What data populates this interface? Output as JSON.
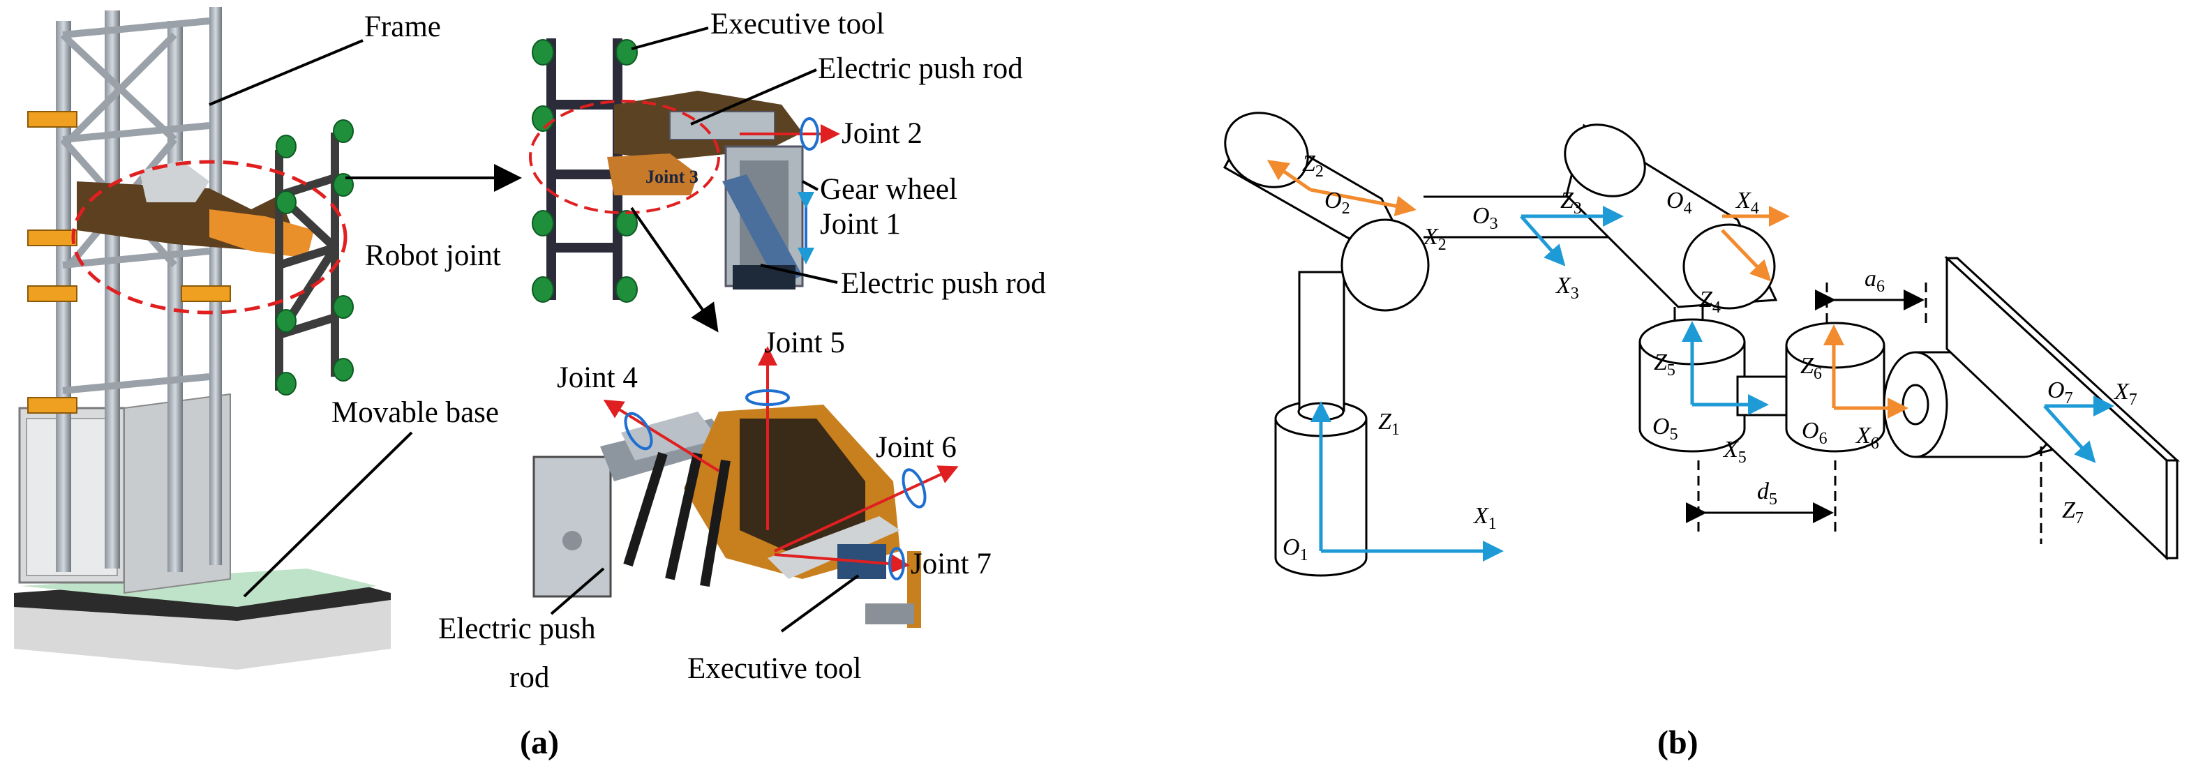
{
  "panel_a": {
    "labels": {
      "frame": "Frame",
      "executive_tool_top": "Executive tool",
      "electric_push_rod_top": "Electric push rod",
      "joint_2": "Joint 2",
      "joint_3": "Joint 3",
      "gear_wheel": "Gear wheel",
      "joint_1": "Joint 1",
      "robot_joint": "Robot joint",
      "electric_push_rod_mid": "Electric push rod",
      "joint_5": "Joint 5",
      "joint_4": "Joint 4",
      "movable_base": "Movable base",
      "joint_6": "Joint 6",
      "joint_7": "Joint 7",
      "electric_push_rod_bottom_1": "Electric push",
      "electric_push_rod_bottom_2": "rod",
      "executive_tool_bottom": "Executive tool"
    },
    "caption": "(a)"
  },
  "panel_b": {
    "frames": {
      "o1": "O",
      "o1_sub": "1",
      "z1": "Z",
      "z1_sub": "1",
      "x1": "X",
      "x1_sub": "1",
      "z2": "Z",
      "z2_sub": "2",
      "o2": "O",
      "o2_sub": "2",
      "x2": "X",
      "x2_sub": "2",
      "o3": "O",
      "o3_sub": "3",
      "z3": "Z",
      "z3_sub": "3",
      "x3": "X",
      "x3_sub": "3",
      "o4": "O",
      "o4_sub": "4",
      "x4": "X",
      "x4_sub": "4",
      "z4": "Z",
      "z4_sub": "4",
      "z5": "Z",
      "z5_sub": "5",
      "o5": "O",
      "o5_sub": "5",
      "x5": "X",
      "x5_sub": "5",
      "z6": "Z",
      "z6_sub": "6",
      "o6": "O",
      "o6_sub": "6",
      "x6": "X",
      "x6_sub": "6",
      "o7": "O",
      "o7_sub": "7",
      "x7": "X",
      "x7_sub": "7",
      "z7": "Z",
      "z7_sub": "7",
      "a6": "a",
      "a6_sub": "6",
      "d5": "d",
      "d5_sub": "5"
    },
    "caption": "(b)"
  },
  "colors": {
    "blue_axis": "#1e9bd7",
    "orange_axis": "#f28a2e",
    "red_arrow": "#e02020",
    "frame_dashed": "#e02020"
  }
}
